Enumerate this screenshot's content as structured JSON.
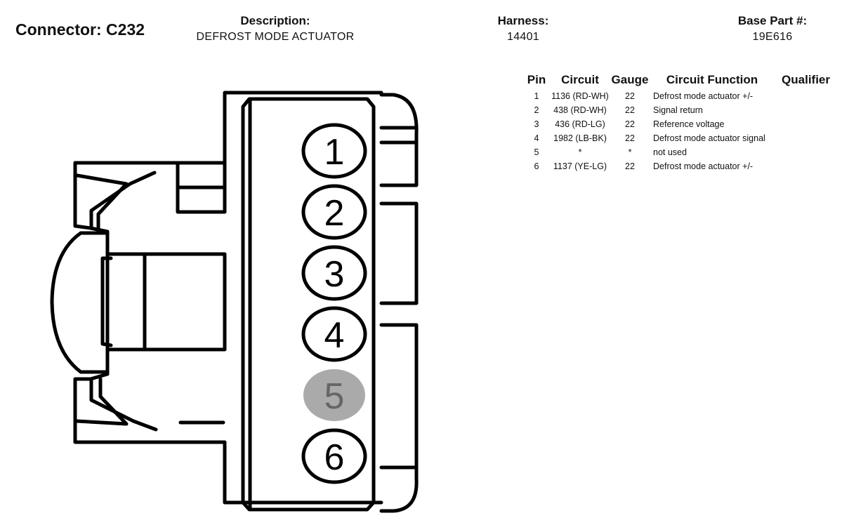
{
  "connector": {
    "label": "Connector: C232"
  },
  "description": {
    "title": "Description:",
    "value": "DEFROST MODE ACTUATOR"
  },
  "harness": {
    "title": "Harness:",
    "value": "14401"
  },
  "base_part": {
    "title": "Base Part #:",
    "value": "19E616"
  },
  "table": {
    "headers": {
      "pin": "Pin",
      "circuit": "Circuit",
      "gauge": "Gauge",
      "function": "Circuit Function",
      "qualifier": "Qualifier"
    },
    "rows": [
      {
        "pin": "1",
        "circuit": "1136 (RD-WH)",
        "gauge": "22",
        "function": "Defrost mode actuator +/-",
        "qualifier": ""
      },
      {
        "pin": "2",
        "circuit": "438 (RD-WH)",
        "gauge": "22",
        "function": "Signal return",
        "qualifier": ""
      },
      {
        "pin": "3",
        "circuit": "436 (RD-LG)",
        "gauge": "22",
        "function": "Reference voltage",
        "qualifier": ""
      },
      {
        "pin": "4",
        "circuit": "1982 (LB-BK)",
        "gauge": "22",
        "function": "Defrost mode actuator signal",
        "qualifier": ""
      },
      {
        "pin": "5",
        "circuit": "*",
        "gauge": "*",
        "function": "not used",
        "qualifier": ""
      },
      {
        "pin": "6",
        "circuit": "1137 (YE-LG)",
        "gauge": "22",
        "function": "Defrost mode actuator +/-",
        "qualifier": ""
      }
    ]
  },
  "diagram": {
    "cavities": [
      {
        "number": "1",
        "used": true
      },
      {
        "number": "2",
        "used": true
      },
      {
        "number": "3",
        "used": true
      },
      {
        "number": "4",
        "used": true
      },
      {
        "number": "5",
        "used": false
      },
      {
        "number": "6",
        "used": true
      }
    ],
    "colors": {
      "outline": "#000000",
      "unused_fill": "#aaaaaa",
      "unused_text": "#666666"
    }
  }
}
